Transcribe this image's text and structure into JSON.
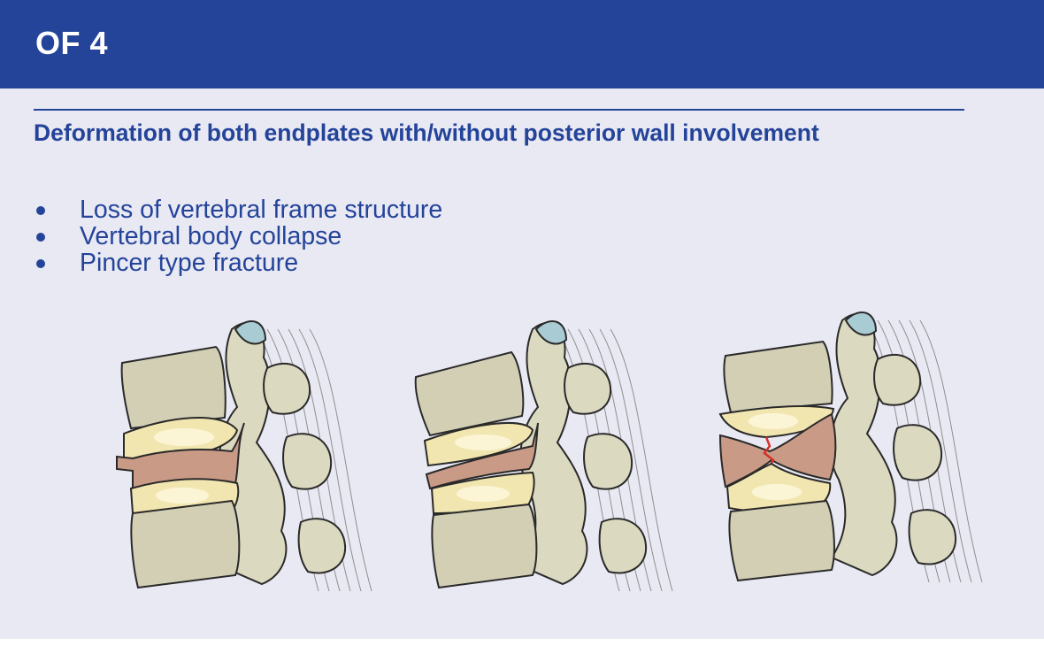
{
  "header": {
    "title": "OF 4"
  },
  "section": {
    "heading": "Deformation of both endplates with/without posterior wall involvement",
    "bullets": [
      "Loss of vertebral frame structure",
      "Vertebral body collapse",
      "Pincer type fracture"
    ]
  },
  "illustrations": [
    {
      "icon": "vertebral-collapse-illustration"
    },
    {
      "icon": "vertebral-collapse-illustration"
    },
    {
      "icon": "pincer-fracture-illustration"
    }
  ],
  "colors": {
    "brand_blue": "#24449a",
    "panel_bg": "#e9e9f3",
    "bone": "#dcd9c1",
    "bone_dark": "#cfcbb0",
    "disc": "#f2e6b0",
    "fracture": "#c99a86",
    "fracture_line": "#d6302a",
    "cartilage": "#a9cbd3"
  }
}
